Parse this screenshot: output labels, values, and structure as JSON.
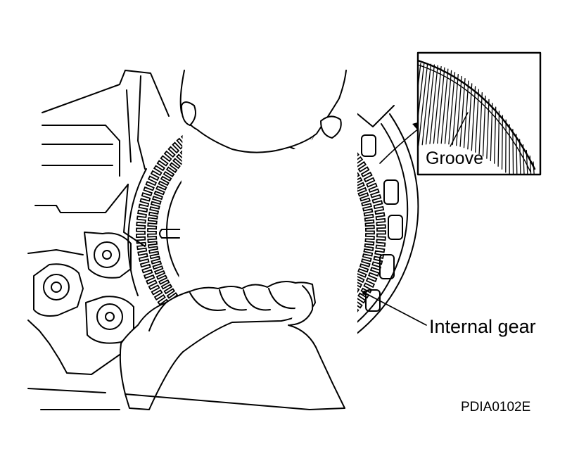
{
  "labels": {
    "groove": "Groove",
    "internal_gear": "Internal gear",
    "figure_code": "PDIA0102E"
  }
}
